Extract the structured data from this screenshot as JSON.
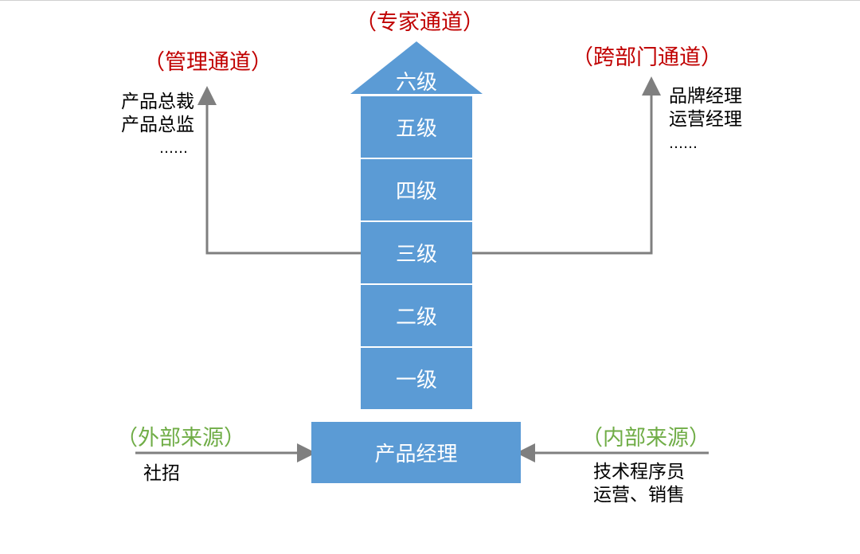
{
  "channels": {
    "expert": "（专家通道）",
    "management": "（管理通道）",
    "cross_dept": "（跨部门通道）",
    "external_source": "（外部来源）",
    "internal_source": "（内部来源）"
  },
  "levels": [
    "六级",
    "五级",
    "四级",
    "三级",
    "二级",
    "一级"
  ],
  "base_role": "产品经理",
  "management_roles": [
    "产品总裁",
    "产品总监",
    "……"
  ],
  "cross_dept_roles": [
    "品牌经理",
    "运营经理",
    "……"
  ],
  "external_sources": [
    "社招"
  ],
  "internal_sources": [
    "技术程序员",
    "运营、销售"
  ],
  "colors": {
    "block": "#5b9bd5",
    "arrow": "#7f7f7f",
    "channel_title": "#c00000",
    "source_title": "#70ad47"
  }
}
